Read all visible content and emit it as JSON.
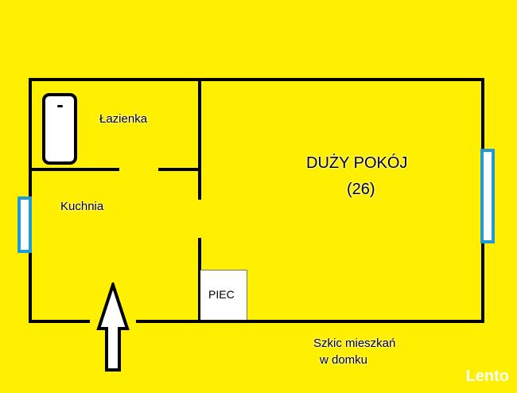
{
  "plan": {
    "title": "Szkic mieszkań w domku",
    "caption_line1": "Szkic mieszkań",
    "caption_line2": "w domku",
    "watermark": "Lento",
    "colors": {
      "background": "#FFEF00",
      "wall": "#000000",
      "window": "#1E9AD6",
      "fixture_fill": "#FFFFFF"
    },
    "rooms": [
      {
        "name": "Łazienka"
      },
      {
        "name": "Kuchnia"
      },
      {
        "name": "DUŻY POKÓJ",
        "area": "(26)"
      }
    ],
    "fixtures": {
      "stove": "PIEC",
      "bathtub": "bathtub-icon",
      "entrance": "entrance-arrow-icon"
    }
  }
}
